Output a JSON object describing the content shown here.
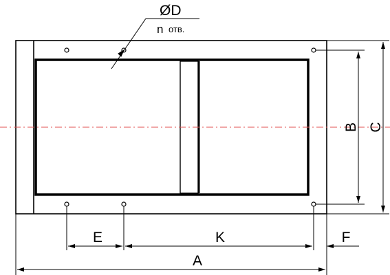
{
  "labels": {
    "diameter": "ØD",
    "holes_n": "n",
    "holes_suffix": "отв.",
    "A": "A",
    "B": "B",
    "C": "C",
    "E": "E",
    "K": "K",
    "F": "F"
  },
  "colors": {
    "line": "#000000",
    "centerline": "#e05050",
    "background": "#ffffff"
  }
}
